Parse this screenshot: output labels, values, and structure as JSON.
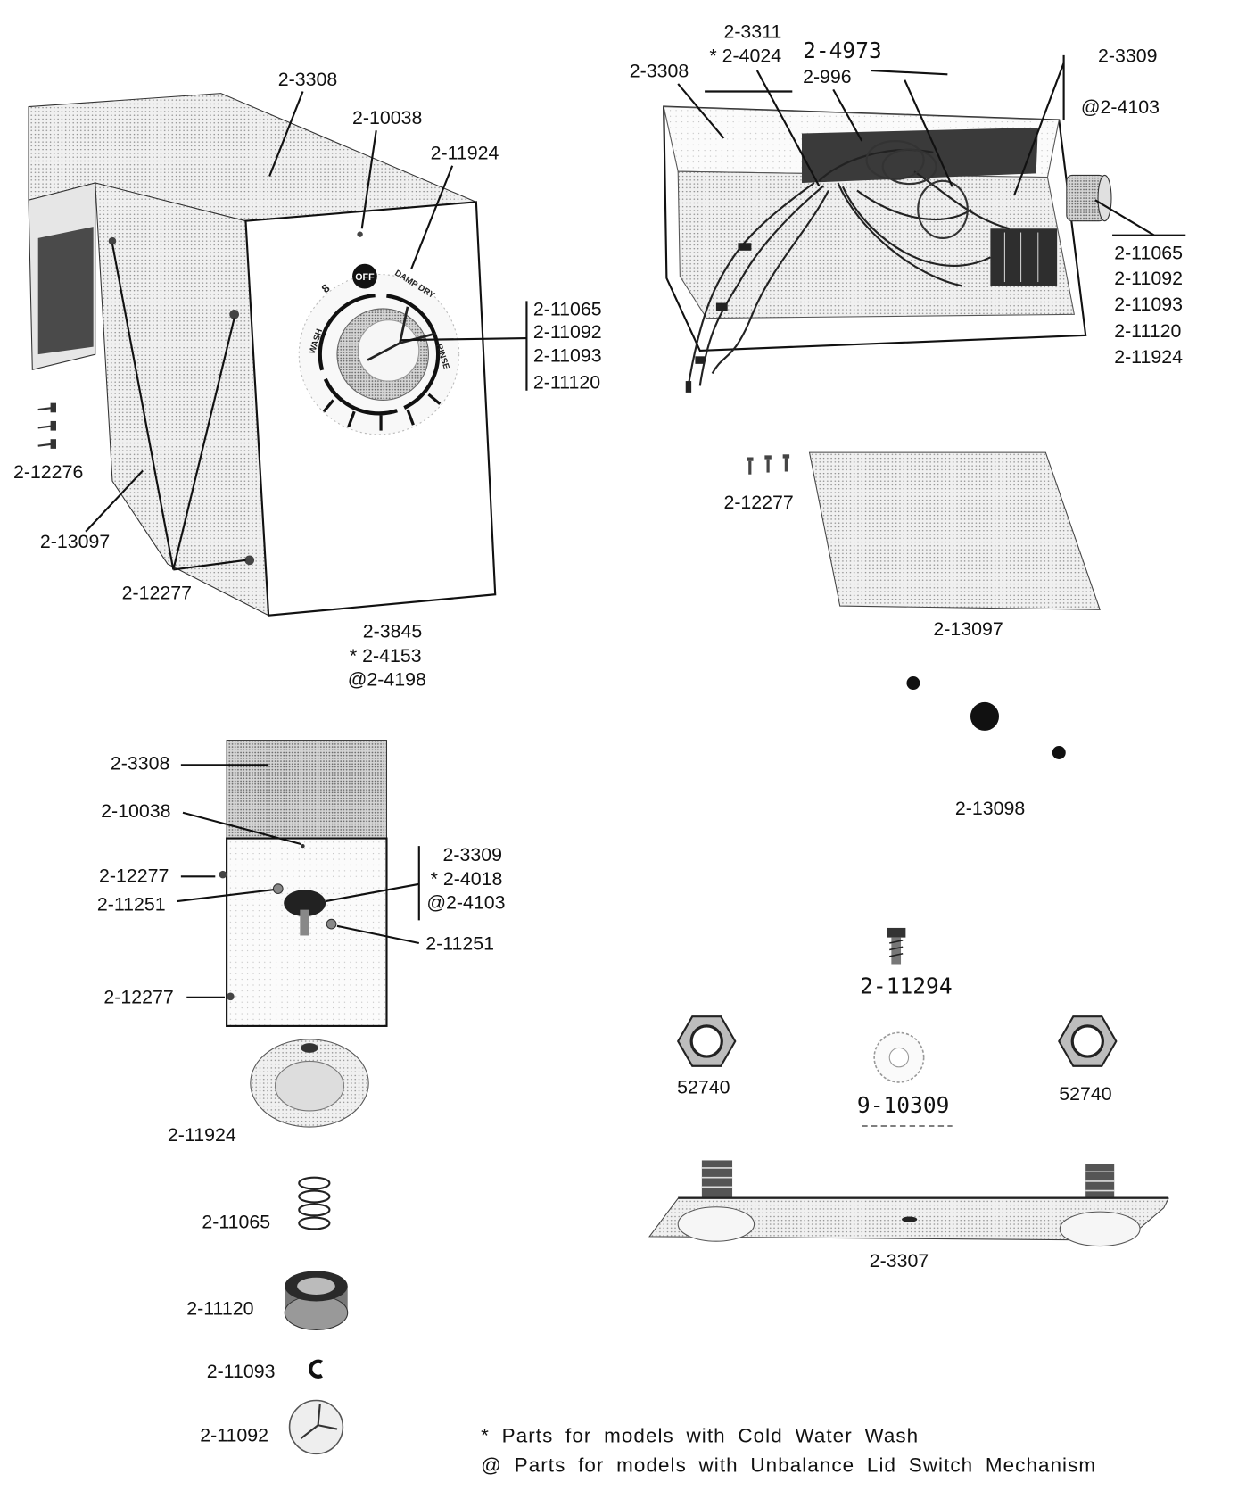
{
  "top_left_view": {
    "housing": "2-3308",
    "housing_screw": "2-10038",
    "dial": "2-11924",
    "knob_parts": [
      "2-11065",
      "2-11092",
      "2-11093",
      "2-11120"
    ],
    "screws": "2-12276",
    "side_panel": "2-13097",
    "panel_screws": "2-12277",
    "front_panel": [
      "2-3845",
      "* 2-4153",
      "@2-4198"
    ],
    "dial_markings": {
      "off": "OFF",
      "damp_dry": "DAMP DRY",
      "wash": "WASH",
      "rinse": "RINSE",
      "setting_8": "8"
    }
  },
  "top_right_view": {
    "harness": [
      "2-3311",
      "* 2-4024"
    ],
    "harness_part": "2-4973",
    "wire": "2-996",
    "housing": "2-3308",
    "switch": [
      "2-3309",
      "@2-4103"
    ],
    "knob_parts": [
      "2-11065",
      "2-11092",
      "2-11093",
      "2-11120",
      "2-11924"
    ],
    "panel_screws": "2-12277",
    "side_panel": "2-13097",
    "plugs": "2-13098"
  },
  "bottom_left_view": {
    "housing": "2-3308",
    "housing_screw": "2-10038",
    "panel_screw_upper": "2-12277",
    "nut_left": "2-11251",
    "switch": [
      "2-3309",
      "* 2-4018",
      "@2-4103"
    ],
    "nut_right": "2-11251",
    "panel_screw_lower": "2-12277",
    "dial": "2-11924",
    "spring": "2-11065",
    "knob": "2-11120",
    "clip": "2-11093",
    "cap": "2-11092"
  },
  "bottom_right_view": {
    "screw": "2-11294",
    "nut_left": "52740",
    "washer": "9-10309",
    "nut_right": "52740",
    "bracket": "2-3307"
  },
  "footnotes": [
    "* Parts for models with Cold Water Wash",
    "@ Parts for models with Unbalance Lid Switch Mechanism"
  ]
}
